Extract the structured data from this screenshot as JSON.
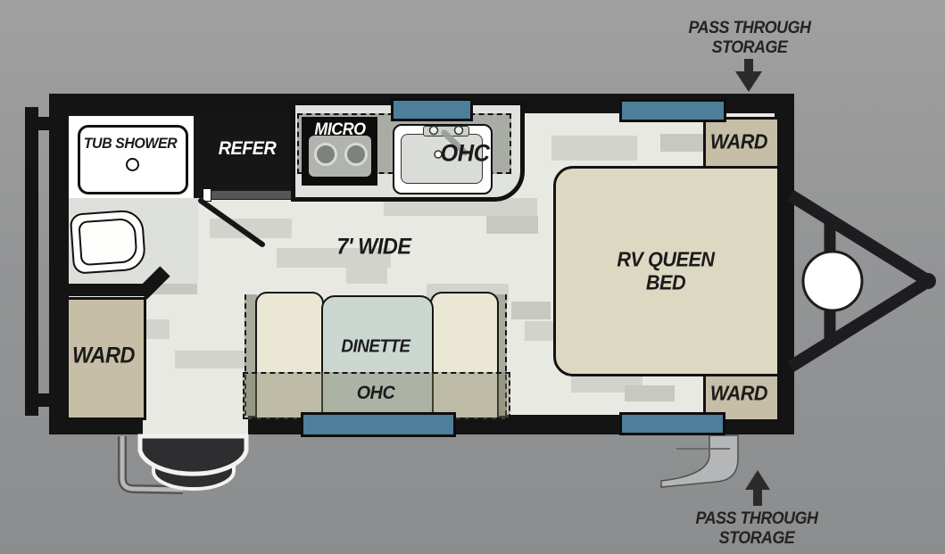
{
  "diagram": {
    "type": "rv-travel-trailer-floor-plan",
    "width_label": "7' WIDE",
    "features": {
      "tub_shower": "TUB SHOWER",
      "refrigerator": "REFER",
      "microwave": "MICRO",
      "kitchen_ohc": "OHC",
      "ward_top_right": "WARD",
      "ward_bottom_right": "WARD",
      "ward_bottom_left": "WARD",
      "bed_line1": "RV QUEEN",
      "bed_line2": "BED",
      "dinette": "DINETTE",
      "dinette_ohc": "OHC"
    },
    "annotations": {
      "pass_through_top_line1": "PASS THROUGH",
      "pass_through_top_line2": "STORAGE",
      "pass_through_bottom_line1": "PASS THROUGH",
      "pass_through_bottom_line2": "STORAGE"
    }
  },
  "colors": {
    "background_top": "#a0a0a0",
    "background_bottom": "#8b8d8f",
    "wall": "#141414",
    "floor": "#e9e9e4",
    "bathroom_floor": "#dcdfda",
    "window_blue": "#4d7e9a",
    "wardrobe_tan": "#c7bea7",
    "bed_beige": "#ddd8c2",
    "bench_cream": "#eae7d5",
    "table_bluegray": "#cdd7d2",
    "overhead_cabinet_olive": "#b2b1a2",
    "counter_gray": "#a9aca5",
    "label_dark": "#1b1b1b",
    "label_light": "#ffffff"
  }
}
